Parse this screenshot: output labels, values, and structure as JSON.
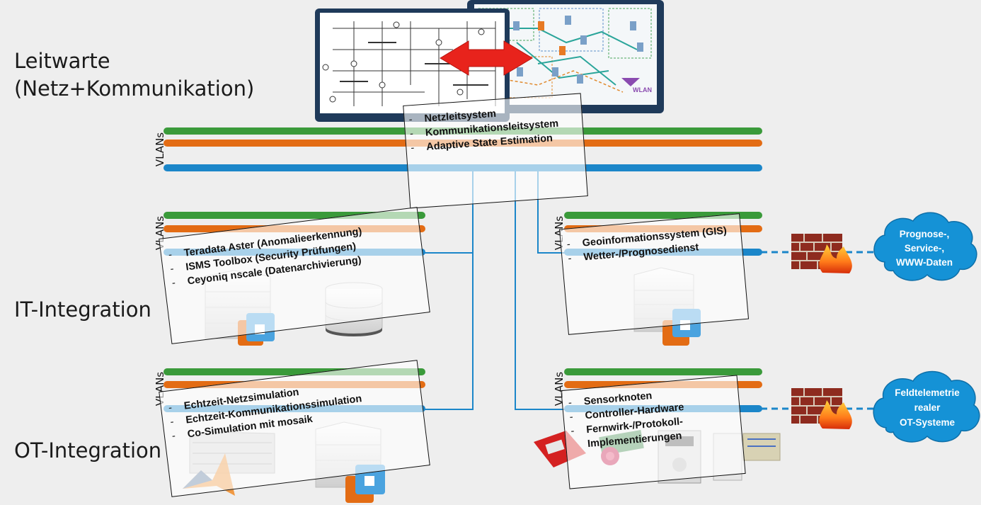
{
  "rows": {
    "leitwarte": [
      "Leitwarte",
      "(Netz+Kommunikation)"
    ],
    "it": "IT-Integration",
    "ot": "OT-Integration"
  },
  "vlan_label": "VLANs",
  "colors": {
    "green": "#3a9a3a",
    "orange": "#e36c14",
    "blue": "#1b86c9",
    "cloud": "#1592d6",
    "monitor": "#1f3a5a"
  },
  "cards": {
    "top": [
      "Netzleitsystem",
      "Kommunikationsleitsystem",
      "Adaptive State Estimation"
    ],
    "it_left": [
      "Teradata Aster (Anomalieerkennung)",
      "ISMS Toolbox (Security Prüfungen)",
      "Ceyoniq nscale (Datenarchivierung)"
    ],
    "it_right": [
      "Geoinformationssystem (GIS)",
      "Wetter-/Prognosedienst"
    ],
    "ot_left": [
      "Echtzeit-Netzsimulation",
      "Echtzeit-Kommunikationssimulation",
      "Co-Simulation mit mosaik"
    ],
    "ot_right": [
      "Sensorknoten",
      "Controller-Hardware",
      "Fernwirk-/Protokoll-",
      "Implementierungen"
    ]
  },
  "clouds": {
    "top": [
      "Prognose-,",
      "Service-,",
      "WWW-Daten"
    ],
    "bottom": [
      "Feldtelemetrie",
      "realer",
      "OT-Systeme"
    ]
  },
  "icons": [
    "monitor-icon",
    "network-diagram-icon",
    "bidirectional-arrow-icon",
    "server-icon",
    "database-icon",
    "vmware-icon",
    "firewall-icon",
    "cloud-icon",
    "matlab-icon",
    "rtu-device-icon",
    "raspberry-pi-icon",
    "controller-icon"
  ]
}
